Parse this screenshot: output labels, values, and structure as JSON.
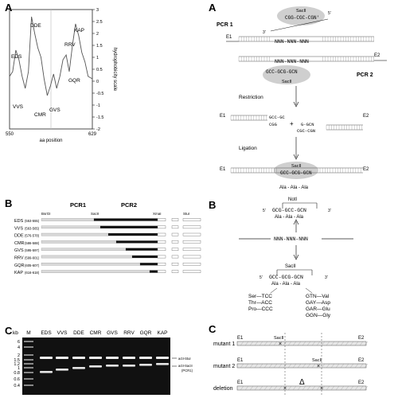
{
  "panel_letters": {
    "left_a": "A",
    "left_b": "B",
    "left_c": "C",
    "right_a": "A",
    "right_b": "B",
    "right_c": "C"
  },
  "hydro": {
    "y_axis_label": "hydrophobicity scale",
    "x_axis_label": "aa position",
    "x_ticks": [
      "550",
      "629"
    ],
    "y_ticks": [
      "3",
      "2.5",
      "2",
      "1.5",
      "1",
      "0.5",
      "0",
      "-0.5",
      "-1",
      "-1.5",
      "-2"
    ],
    "peaks": [
      "EDS",
      "DDE",
      "KAP",
      "RRV",
      "GQR"
    ],
    "troughs": [
      "VVS",
      "CMR",
      "GVS"
    ]
  },
  "chart_data": {
    "type": "line",
    "x": [
      550,
      553,
      556,
      559,
      562,
      565,
      568,
      571,
      574,
      577,
      580,
      583,
      586,
      589,
      592,
      595,
      598,
      601,
      604,
      607,
      610,
      613,
      616,
      619,
      622,
      625,
      629
    ],
    "values": [
      0.2,
      0.4,
      1.3,
      0.9,
      0.2,
      -0.3,
      0.4,
      2.7,
      2.0,
      1.4,
      1.0,
      0.1,
      -0.6,
      -0.2,
      0.3,
      -0.3,
      0.2,
      0.9,
      1.1,
      0.4,
      1.5,
      2.4,
      1.9,
      1.2,
      0.8,
      0.2,
      0.1
    ],
    "xlabel": "aa position",
    "ylabel": "hydrophobicity scale",
    "xlim": [
      550,
      629
    ],
    "ylim": [
      -2,
      3
    ]
  },
  "constructs": {
    "pcr1_label": "PCR1",
    "pcr2_label": "PCR2",
    "sites": [
      "BsrGI",
      "SacII",
      "XmaI",
      "StuI"
    ],
    "rows": [
      {
        "name": "EDS",
        "range": "(553-555)"
      },
      {
        "name": "VVS",
        "range": "(563-565)"
      },
      {
        "name": "DDE",
        "range": "(576-578)"
      },
      {
        "name": "CMR",
        "range": "(586-588)"
      },
      {
        "name": "GVS",
        "range": "(595-597)"
      },
      {
        "name": "RRV",
        "range": "(599-601)"
      },
      {
        "name": "GQR",
        "range": "(605-607)"
      },
      {
        "name": "KAP",
        "range": "(616-618)"
      }
    ]
  },
  "gel": {
    "unit": "kb",
    "lane_labels": [
      "M",
      "EDS",
      "VVS",
      "DDE",
      "CMR",
      "GVS",
      "RRV",
      "GQR",
      "KAP"
    ],
    "ladder": [
      "6",
      "4",
      "2",
      "1.5",
      "1.2",
      "1",
      "0.8",
      "0.6",
      "0.4"
    ],
    "band_labels": [
      "actI-StuI",
      "actI-SacII",
      "(PCR1)"
    ]
  },
  "pcr_scheme": {
    "pcr1": "PCR 1",
    "pcr2": "PCR 2",
    "sacii": "SacII",
    "primer_top": "CGG-CGC-CGN'",
    "primer_bottom": "GCC-GCG-GCN",
    "template": "NNN-NNN-NNN",
    "e1": "E1",
    "e2": "E2",
    "five": "5'",
    "three": "3'",
    "restriction": "Restriction",
    "ligation": "Ligation",
    "frag_left_top": "GCC-GC",
    "frag_left_bottom": "CGG",
    "plus": "+",
    "frag_right_top": "G-GCN",
    "frag_right_bottom": "CGC-CGN",
    "ligated": "GCC-GCG-GCN",
    "ala": "Ala - Ala - Ala"
  },
  "codon": {
    "noti": "NotI",
    "noti_seq": "GCG-GCC-GCN",
    "ala": "Ala - Ala - Ala",
    "n_seq": "NNN-NNN-NNN",
    "sacii": "SacII",
    "sacii_seq": "GCC-GCG-GCN",
    "five": "5'",
    "three": "3'",
    "left_list": [
      "Ser—TCC",
      "Thr—ACC",
      "Pro—CCC"
    ],
    "right_list": [
      "GTN—Val",
      "GAY—Asp",
      "GAR—Glu",
      "GGN—Gly"
    ]
  },
  "mutants": {
    "rows": [
      "mutant 1",
      "mutant 2",
      "deletion"
    ],
    "e1": "E1",
    "e2": "E2",
    "sacii": "SacII",
    "delta": "Δ"
  }
}
